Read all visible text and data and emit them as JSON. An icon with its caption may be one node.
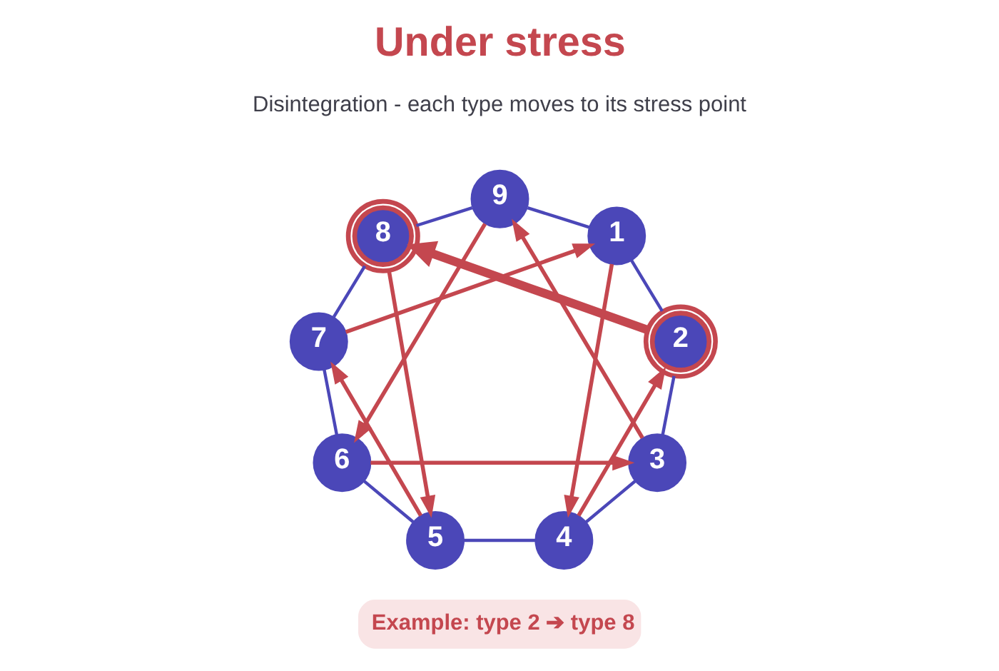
{
  "diagram": {
    "title": "Under stress",
    "nodes": [
      {
        "text": [
          "9"
        ]
      },
      {
        "text": [
          "8"
        ]
      },
      {
        "text": [
          "1"
        ]
      },
      {
        "text": [
          "7"
        ]
      },
      {
        "text": [
          "2"
        ]
      },
      {
        "text": [
          "6"
        ]
      },
      {
        "text": [
          "3"
        ]
      },
      {
        "text": [
          "5"
        ]
      },
      {
        "text": [
          "4"
        ]
      }
    ],
    "edges": [
      {
        "from": 0,
        "to": 2,
        "arrow": "none",
        "color": "#4b47b8"
      },
      {
        "from": 0,
        "to": 1,
        "arrow": "none",
        "color": "#4b47b8"
      },
      {
        "from": 2,
        "to": 4,
        "arrow": "none",
        "color": "#4b47b8"
      },
      {
        "from": 1,
        "to": 3,
        "arrow": "none",
        "color": "#4b47b8"
      },
      {
        "from": 4,
        "to": 6,
        "arrow": "none",
        "color": "#4b47b8"
      },
      {
        "from": 3,
        "to": 5,
        "arrow": "none",
        "color": "#4b47b8"
      },
      {
        "from": 6,
        "to": 8,
        "arrow": "none",
        "color": "#4b47b8"
      },
      {
        "from": 7,
        "to": 5,
        "arrow": "none",
        "color": "#4b47b8"
      },
      {
        "from": 7,
        "to": 8,
        "arrow": "none",
        "color": "#4b47b8"
      },
      {
        "from": 2,
        "to": 8,
        "arrow": "to",
        "color": "#c4474f"
      },
      {
        "from": 8,
        "to": 4,
        "arrow": "to",
        "color": "#c4474f"
      },
      {
        "from": 4,
        "to": 1,
        "arrow": "to",
        "style": "thick",
        "color": "#c4474f"
      },
      {
        "from": 1,
        "to": 7,
        "arrow": "to",
        "color": "#c4474f"
      },
      {
        "from": 7,
        "to": 3,
        "arrow": "to",
        "color": "#c4474f"
      },
      {
        "from": 3,
        "to": 2,
        "arrow": "to",
        "color": "#c4474f"
      },
      {
        "from": 0,
        "to": 5,
        "arrow": "to",
        "color": "#c4474f"
      },
      {
        "from": 5,
        "to": 6,
        "arrow": "to",
        "color": "#c4474f"
      },
      {
        "from": 6,
        "to": 0,
        "arrow": "to",
        "color": "#c4474f"
      }
    ],
    "labels": [
      "Disintegration - each type moves to its stress point",
      "Example: type 2 ➔ type 8"
    ]
  }
}
